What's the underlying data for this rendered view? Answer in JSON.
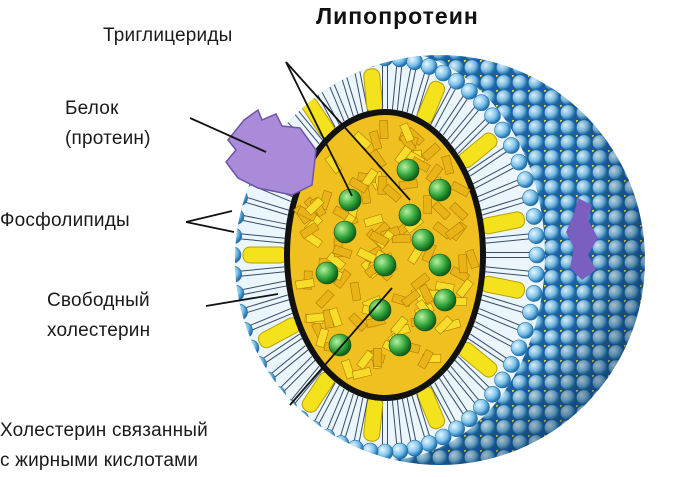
{
  "title": "Липопротеин",
  "labels": {
    "triglycerides": "Триглицериды",
    "protein_line1": "Белок",
    "protein_line2": "(протеин)",
    "phospholipids": "Фосфолипиды",
    "free_cholesterol_line1": "Свободный",
    "free_cholesterol_line2": "холестерин",
    "esterified_cholesterol_line1": "Холестерин связанный",
    "esterified_cholesterol_line2": "с жирными кислотами"
  },
  "colors": {
    "shell_blue": "#3a8fd0",
    "head_light": "#bfe3f5",
    "cholesterol_yellow": "#f5e020",
    "core_green": "#2fa83a",
    "protein_purple": "#a88ad8"
  }
}
